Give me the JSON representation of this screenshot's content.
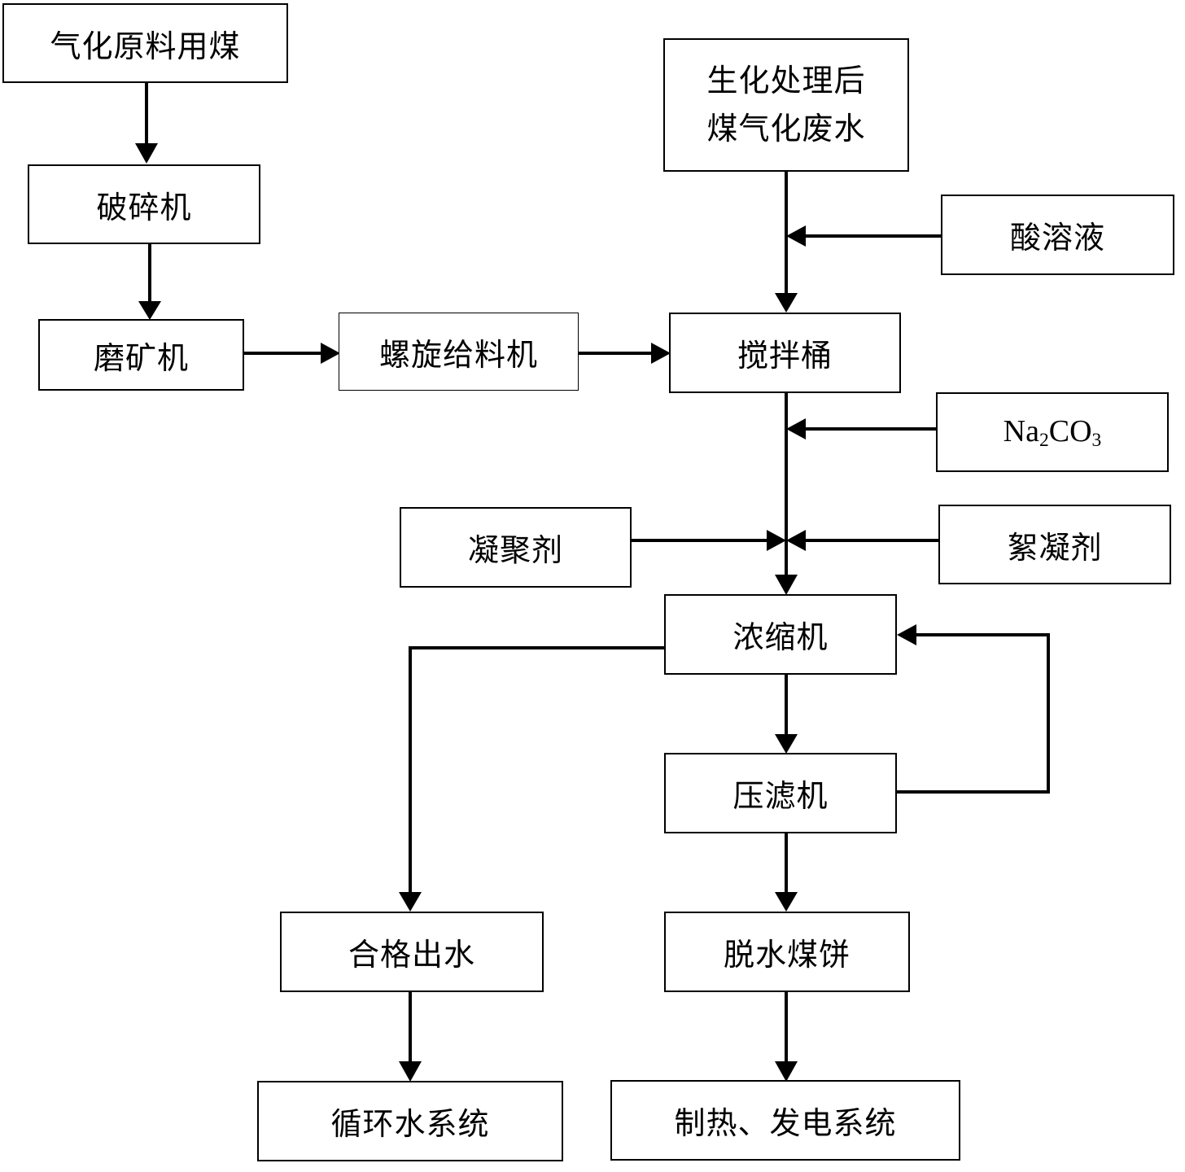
{
  "nodes": {
    "raw_coal": "气化原料用煤",
    "crusher": "破碎机",
    "mill": "磨矿机",
    "screw_feeder": "螺旋给料机",
    "wastewater_line1": "生化处理后",
    "wastewater_line2": "煤气化废水",
    "acid": "酸溶液",
    "mixing_tank": "搅拌桶",
    "na2co3": {
      "el1": "Na",
      "sub1": "2",
      "el2": "CO",
      "sub2": "3"
    },
    "coagulant": "凝聚剂",
    "flocculant": "絮凝剂",
    "thickener": "浓缩机",
    "filter_press": "压滤机",
    "qualified_water": "合格出水",
    "dewatered_cake": "脱水煤饼",
    "circulating_water": "循环水系统",
    "heat_power": "制热、发电系统"
  },
  "style": {
    "line_color": "#000000",
    "box_border": "#000000",
    "background": "#ffffff"
  }
}
